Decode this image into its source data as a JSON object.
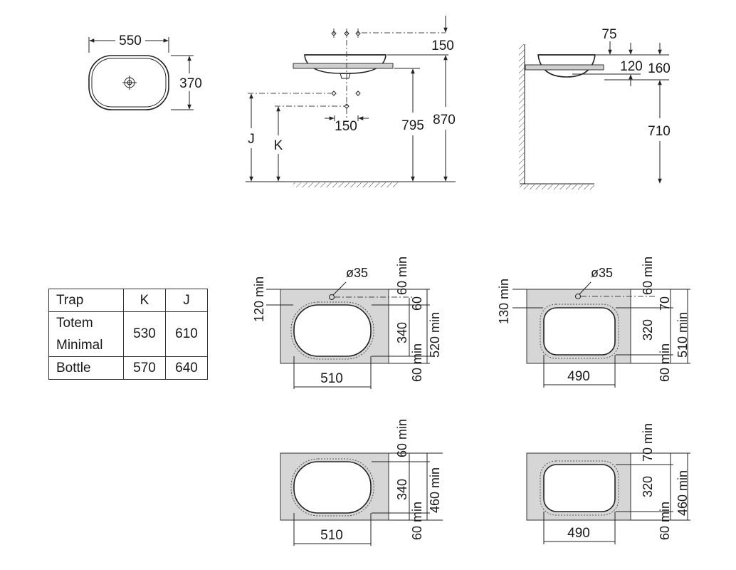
{
  "top_view": {
    "width": "550",
    "depth": "370"
  },
  "front_view": {
    "tap_offset_top": "150",
    "trap_spacing": "150",
    "rim_height": "795",
    "overall_height": "870",
    "label_j": "J",
    "label_k": "K"
  },
  "side_view": {
    "wall_offset": "75",
    "bowl_depth": "120",
    "bowl_height": "160",
    "counter_height": "710"
  },
  "trap_table": {
    "headers": [
      "Trap",
      "K",
      "J"
    ],
    "rows": [
      {
        "name": "Totem",
        "k": "530",
        "j": "610"
      },
      {
        "name": "Minimal",
        "k": "",
        "j": ""
      },
      {
        "name": "Bottle",
        "k": "570",
        "j": "640"
      }
    ]
  },
  "cutouts": {
    "tl": {
      "hole": "ø35",
      "edge": "120 min",
      "back": "60 min",
      "gap": "60",
      "length": "340",
      "total": "520 min",
      "front": "60 min",
      "width": "510"
    },
    "tr": {
      "hole": "ø35",
      "edge": "130 min",
      "back": "60 min",
      "gap": "70",
      "length": "320",
      "total": "510 min",
      "front": "60 min",
      "width": "490"
    },
    "bl": {
      "back": "60 min",
      "length": "340",
      "total": "460 min",
      "front": "60 min",
      "width": "510"
    },
    "br": {
      "back": "70 min",
      "length": "320",
      "total": "460 min",
      "front": "60 min",
      "width": "490"
    }
  },
  "colors": {
    "panel": "#d6d6d6",
    "line": "#222222"
  }
}
